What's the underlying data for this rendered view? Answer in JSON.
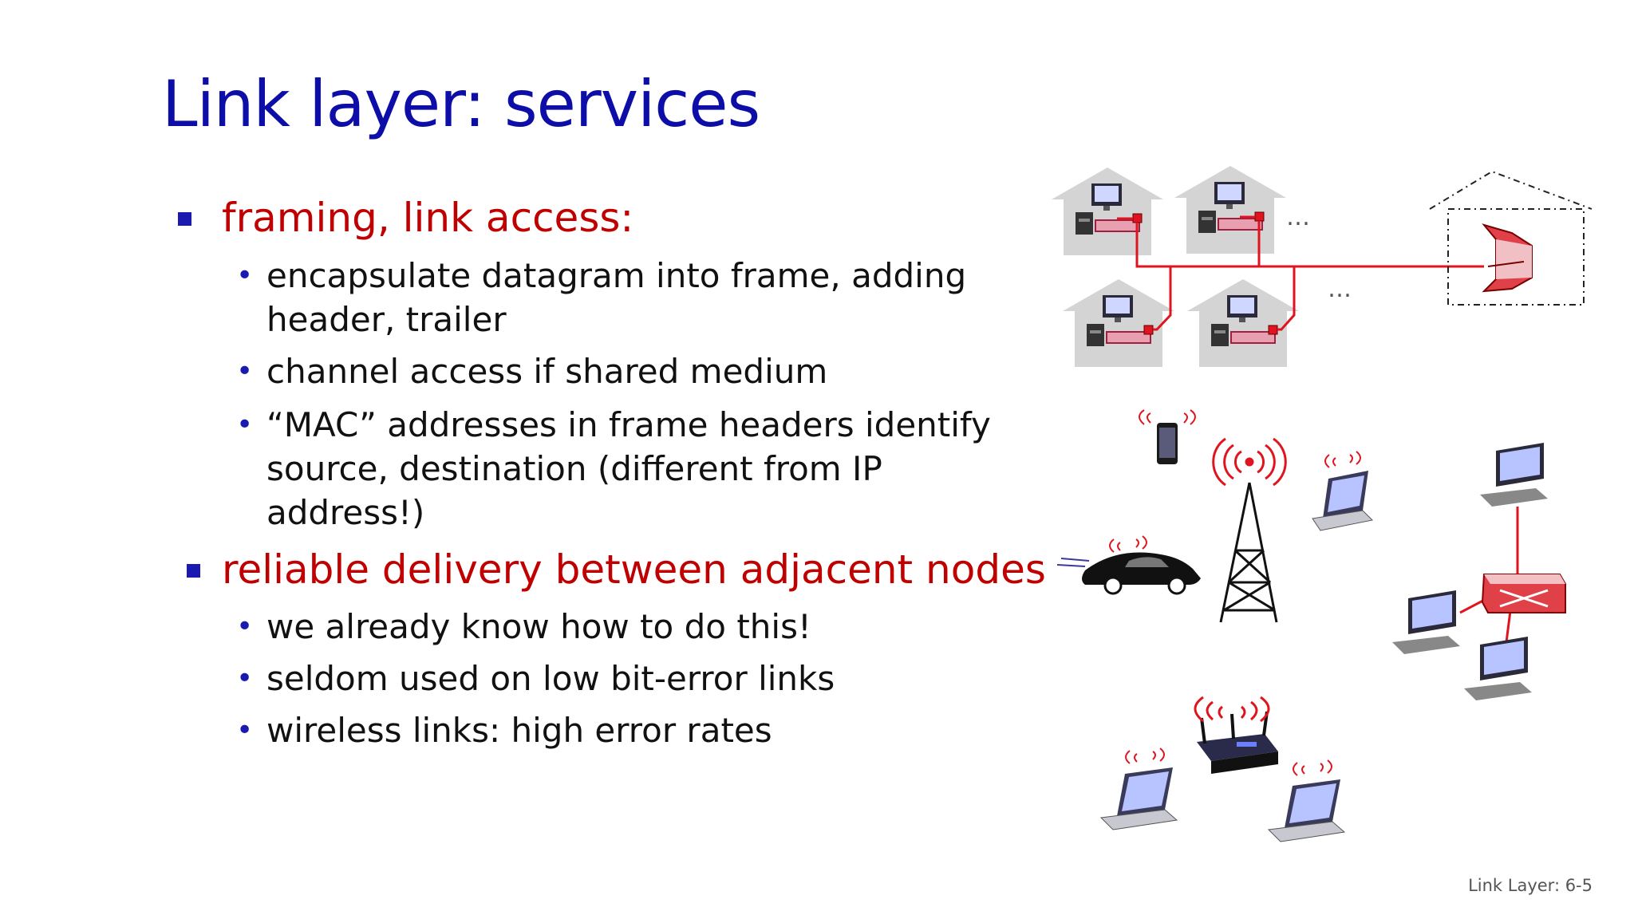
{
  "slide": {
    "title": "Link layer: services",
    "sections": [
      {
        "heading": "framing, link access:",
        "bullets": [
          "encapsulate datagram into frame, adding header, trailer",
          "channel access if shared medium",
          "“MAC” addresses in frame headers identify source, destination (different from IP address!)"
        ]
      },
      {
        "heading": "reliable delivery between adjacent nodes",
        "bullets": [
          "we already know how to do this!",
          "seldom used on low bit-error links",
          "wireless links: high error rates"
        ]
      }
    ],
    "footer": "Link Layer: 6-5",
    "ellipsis_1": "…",
    "ellipsis_2": "…"
  },
  "colors": {
    "title": "#0d0da8",
    "heading": "#c00000",
    "bullet": "#1a1ab0",
    "link": "#e0141e"
  },
  "icons": [
    "house-icon",
    "desktop-computer-icon",
    "cable-modem-icon",
    "router-icon",
    "smartphone-icon",
    "cell-tower-icon",
    "laptop-icon",
    "car-icon",
    "wifi-access-point-icon",
    "ethernet-switch-icon",
    "wireless-signal-icon"
  ]
}
